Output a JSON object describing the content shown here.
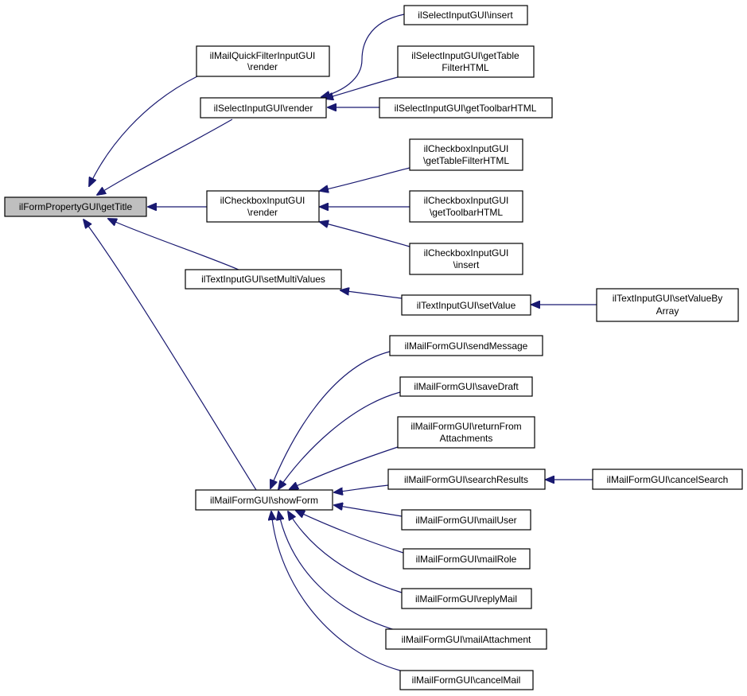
{
  "root_color": "#bfbfbf",
  "edge_color": "#191970",
  "nodes": {
    "getTitle": [
      "ilFormPropertyGUI\\getTitle"
    ],
    "quickFilterRender": [
      "ilMailQuickFilterInputGUI",
      "\\render"
    ],
    "selectRender": [
      "ilSelectInputGUI\\render"
    ],
    "checkboxRender": [
      "ilCheckboxInputGUI",
      "\\render"
    ],
    "setMultiValues": [
      "ilTextInputGUI\\setMultiValues"
    ],
    "showForm": [
      "ilMailFormGUI\\showForm"
    ],
    "selectInsert": [
      "ilSelectInputGUI\\insert"
    ],
    "selectTableFilter": [
      "ilSelectInputGUI\\getTable",
      "FilterHTML"
    ],
    "selectToolbar": [
      "ilSelectInputGUI\\getToolbarHTML"
    ],
    "checkboxTableFilter": [
      "ilCheckboxInputGUI",
      "\\getTableFilterHTML"
    ],
    "checkboxToolbar": [
      "ilCheckboxInputGUI",
      "\\getToolbarHTML"
    ],
    "checkboxInsert": [
      "ilCheckboxInputGUI",
      "\\insert"
    ],
    "setValue": [
      "ilTextInputGUI\\setValue"
    ],
    "setValueByArray": [
      "ilTextInputGUI\\setValueBy",
      "Array"
    ],
    "sendMessage": [
      "ilMailFormGUI\\sendMessage"
    ],
    "saveDraft": [
      "ilMailFormGUI\\saveDraft"
    ],
    "returnFromAttachments": [
      "ilMailFormGUI\\returnFrom",
      "Attachments"
    ],
    "searchResults": [
      "ilMailFormGUI\\searchResults"
    ],
    "cancelSearch": [
      "ilMailFormGUI\\cancelSearch"
    ],
    "mailUser": [
      "ilMailFormGUI\\mailUser"
    ],
    "mailRole": [
      "ilMailFormGUI\\mailRole"
    ],
    "replyMail": [
      "ilMailFormGUI\\replyMail"
    ],
    "mailAttachment": [
      "ilMailFormGUI\\mailAttachment"
    ],
    "cancelMail": [
      "ilMailFormGUI\\cancelMail"
    ]
  },
  "edges": [
    [
      "quickFilterRender",
      "getTitle"
    ],
    [
      "selectRender",
      "getTitle"
    ],
    [
      "checkboxRender",
      "getTitle"
    ],
    [
      "setMultiValues",
      "getTitle"
    ],
    [
      "showForm",
      "getTitle"
    ],
    [
      "selectInsert",
      "selectRender"
    ],
    [
      "selectTableFilter",
      "selectRender"
    ],
    [
      "selectToolbar",
      "selectRender"
    ],
    [
      "checkboxTableFilter",
      "checkboxRender"
    ],
    [
      "checkboxToolbar",
      "checkboxRender"
    ],
    [
      "checkboxInsert",
      "checkboxRender"
    ],
    [
      "setValue",
      "setMultiValues"
    ],
    [
      "setValueByArray",
      "setValue"
    ],
    [
      "sendMessage",
      "showForm"
    ],
    [
      "saveDraft",
      "showForm"
    ],
    [
      "returnFromAttachments",
      "showForm"
    ],
    [
      "searchResults",
      "showForm"
    ],
    [
      "cancelSearch",
      "searchResults"
    ],
    [
      "mailUser",
      "showForm"
    ],
    [
      "mailRole",
      "showForm"
    ],
    [
      "replyMail",
      "showForm"
    ],
    [
      "mailAttachment",
      "showForm"
    ],
    [
      "cancelMail",
      "showForm"
    ]
  ]
}
